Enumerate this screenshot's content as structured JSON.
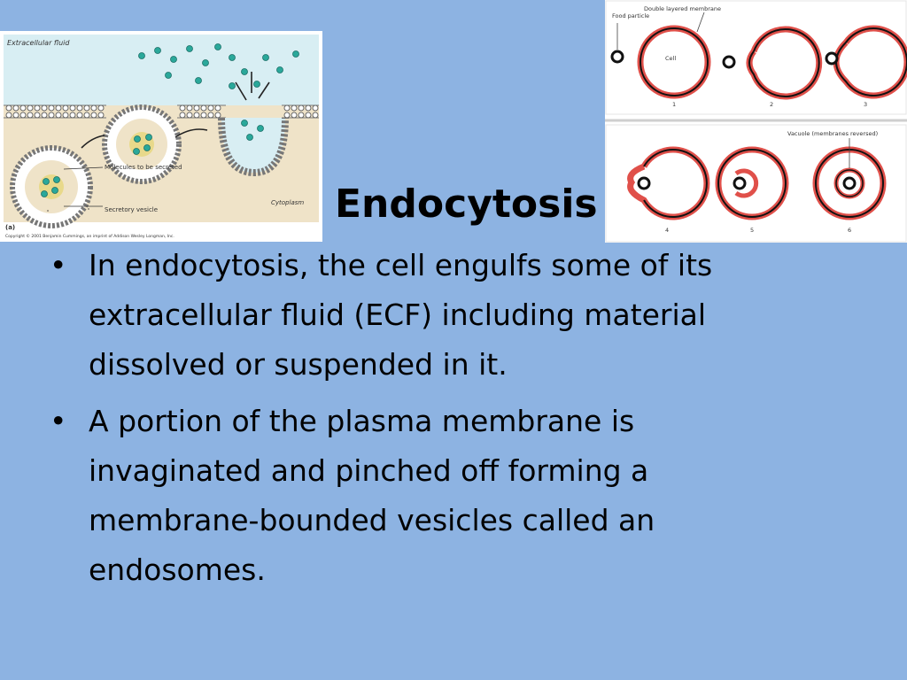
{
  "slide": {
    "title": "Endocytosis",
    "bullets": [
      "In endocytosis, the cell engulfs some of its extracellular fluid (ECF) including material dissolved or suspended in it.",
      "A portion of the plasma membrane is invaginated and pinched off forming a membrane-bounded vesicles called an endosomes."
    ]
  },
  "figure_left": {
    "label_extracellular": "Extracellular fluid",
    "label_molecules": "Molecules to be secreted",
    "label_vesicle": "Secretory vesicle",
    "label_cytoplasm": "Cytoplasm",
    "panel_letter": "(a)",
    "copyright": "Copyright © 2001 Benjamin Cummings, an imprint of Addison Wesley Longman, Inc."
  },
  "figure_right": {
    "label_membrane": "Double layered membrane",
    "label_food": "Food particle",
    "label_cell": "Cell",
    "label_vacuole": "Vacuole (membranes reversed)",
    "steps": [
      "1",
      "2",
      "3",
      "4",
      "5",
      "6"
    ]
  },
  "colors": {
    "background": "#8db3e2",
    "membrane_red": "#e0504a",
    "extracellular": "#d8eef3",
    "cytoplasm": "#efe3c8",
    "molecule": "#2aa89a"
  }
}
